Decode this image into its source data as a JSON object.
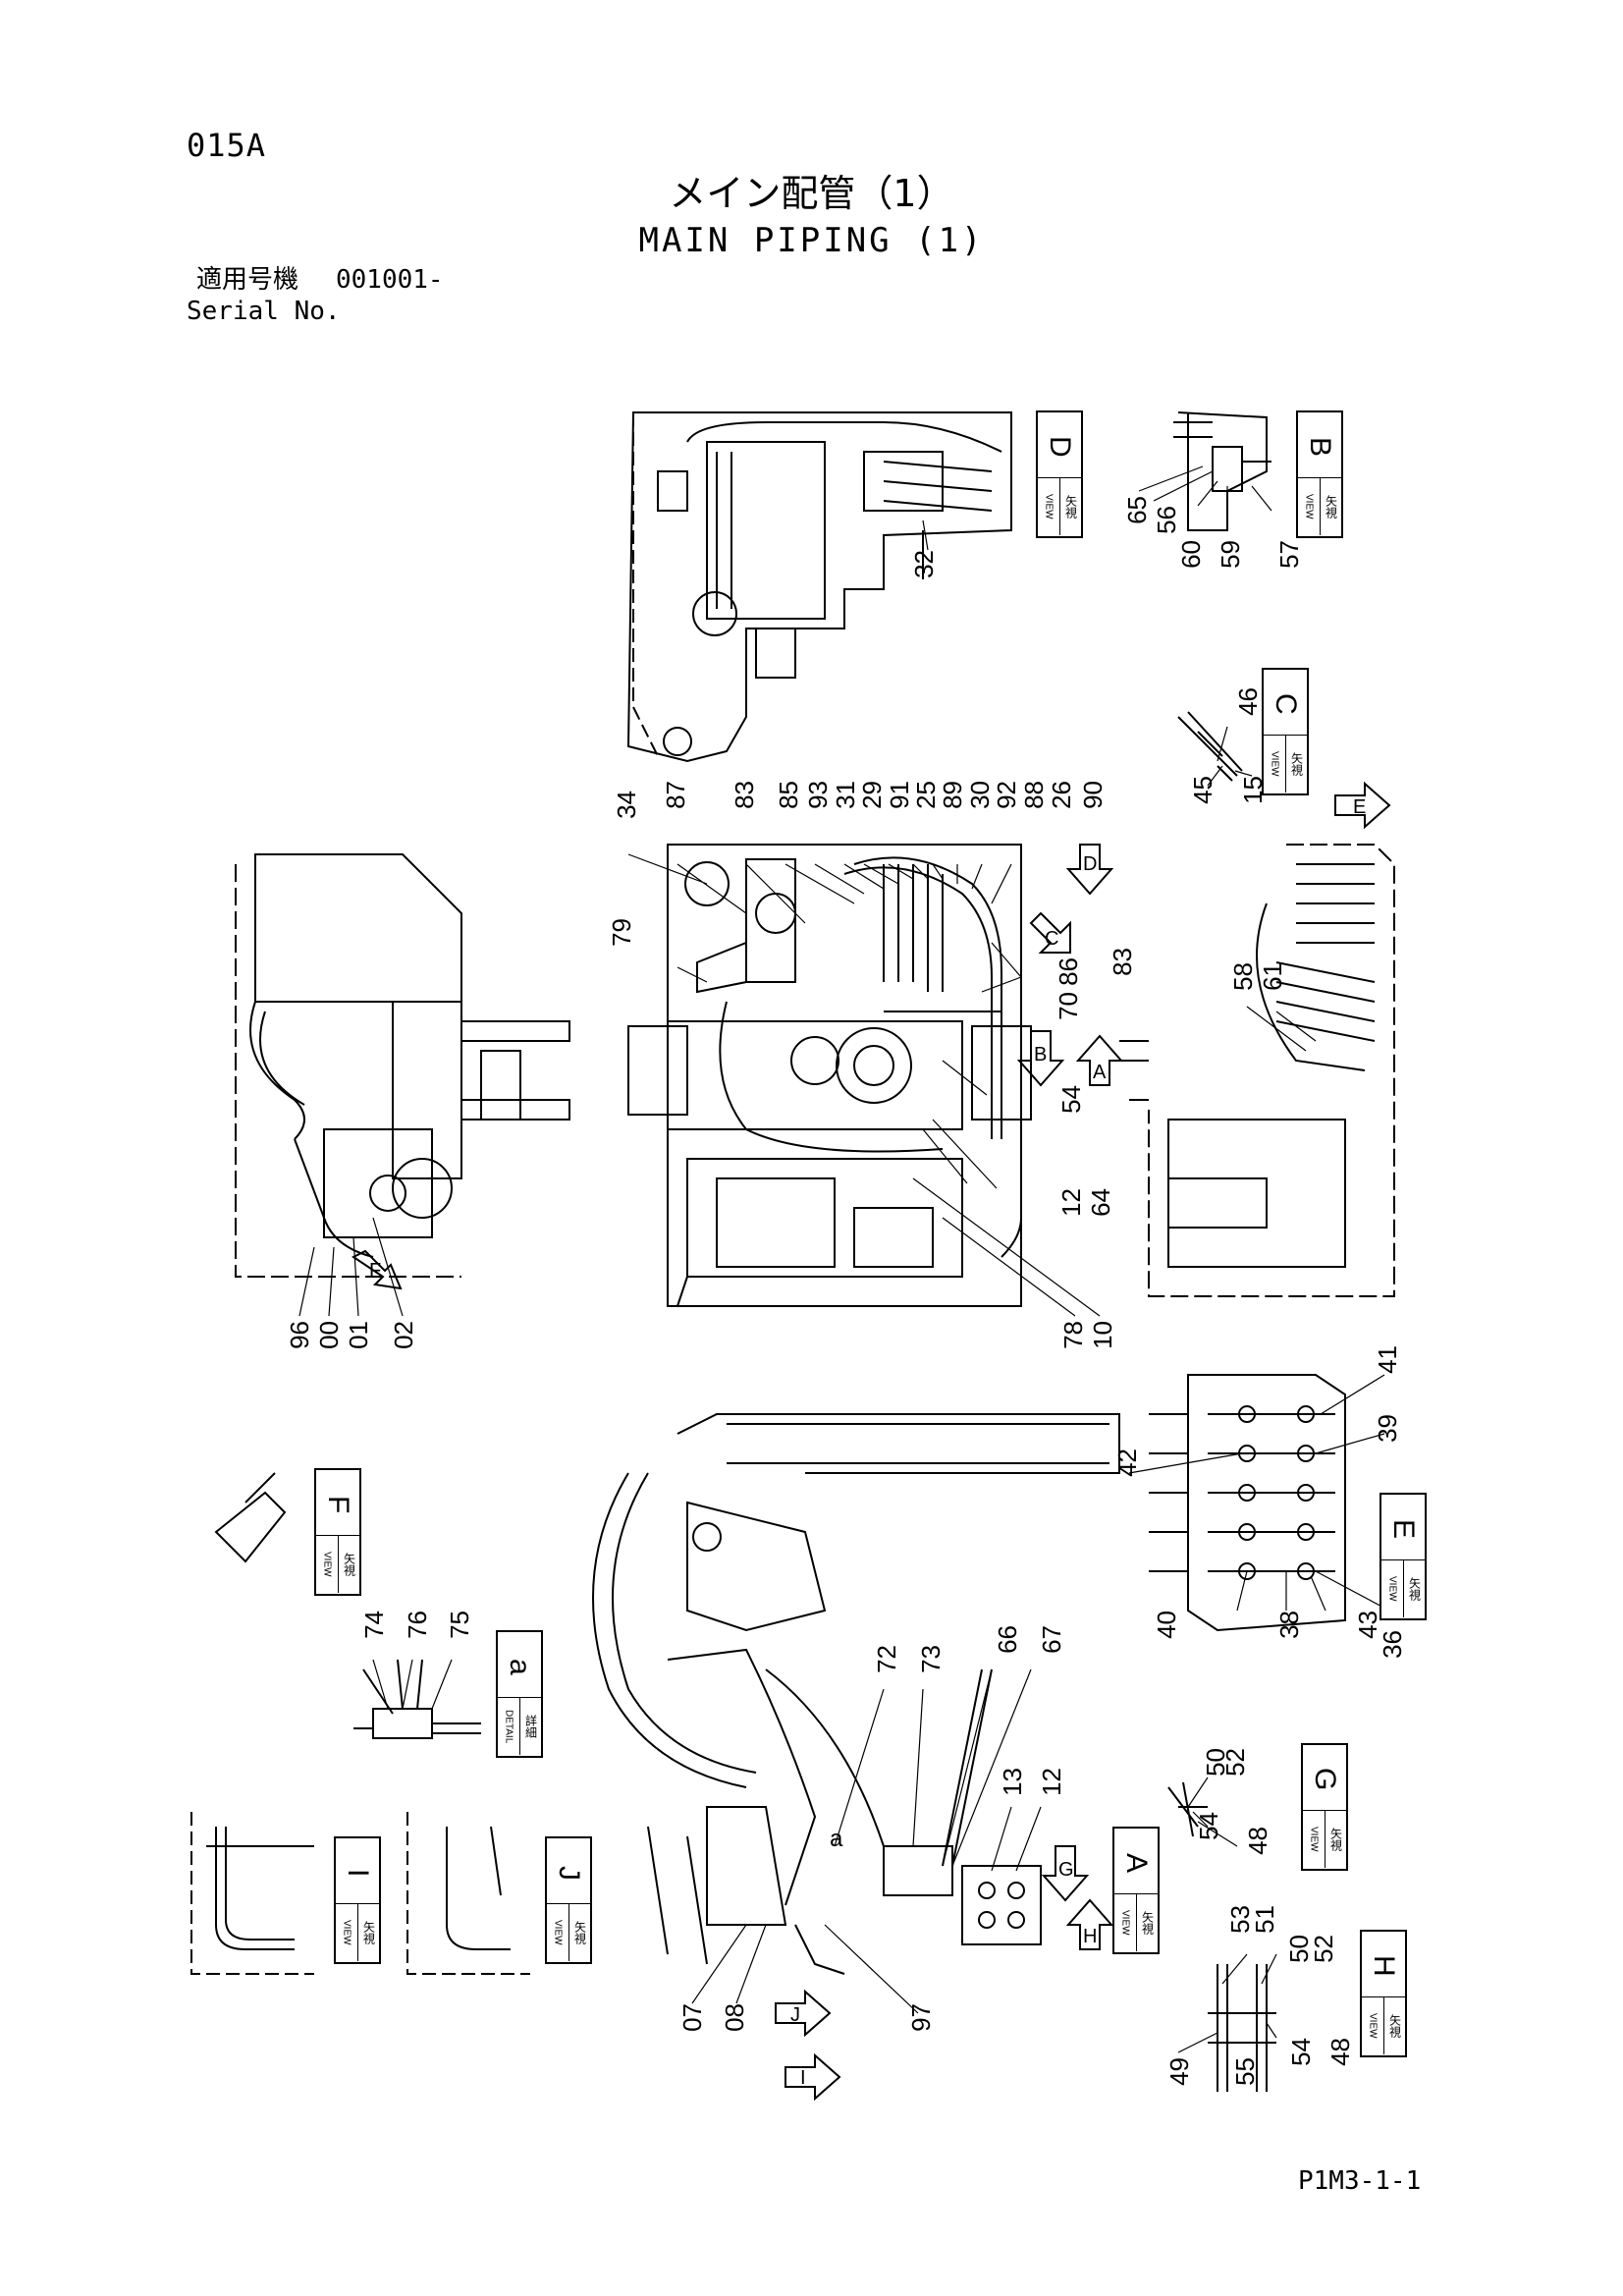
{
  "header": {
    "code": "015A",
    "title_jp": "メイン配管（1）",
    "title_en": "MAIN PIPING (1)",
    "serial_label_jp": "適用号機",
    "serial_value": "001001-",
    "serial_label_en": "Serial No."
  },
  "footer": {
    "page_ref": "P1M3-1-1"
  },
  "view_tags": {
    "view_kanji": "矢視",
    "view_word": "VIEW",
    "detail_kanji": "詳細",
    "detail_word": "DETAIL"
  },
  "views": [
    {
      "id": "D",
      "letter": "D",
      "kind": "view"
    },
    {
      "id": "B",
      "letter": "B",
      "kind": "view"
    },
    {
      "id": "C",
      "letter": "C",
      "kind": "view"
    },
    {
      "id": "F",
      "letter": "F",
      "kind": "view"
    },
    {
      "id": "E",
      "letter": "E",
      "kind": "view"
    },
    {
      "id": "a",
      "letter": "a",
      "kind": "detail"
    },
    {
      "id": "I",
      "letter": "I",
      "kind": "view"
    },
    {
      "id": "J",
      "letter": "J",
      "kind": "view"
    },
    {
      "id": "A",
      "letter": "A",
      "kind": "view"
    },
    {
      "id": "G",
      "letter": "G",
      "kind": "view"
    },
    {
      "id": "H",
      "letter": "H",
      "kind": "view"
    }
  ],
  "arrows": [
    "E",
    "D",
    "C",
    "B",
    "A",
    "F",
    "G",
    "H",
    "J",
    "I"
  ],
  "detail_marker": "a",
  "part_numbers": [
    "32",
    "65",
    "56",
    "60",
    "59",
    "57",
    "46",
    "45",
    "15",
    "34",
    "87",
    "83",
    "85",
    "93",
    "31",
    "29",
    "91",
    "25",
    "89",
    "30",
    "92",
    "88",
    "26",
    "90",
    "79",
    "86",
    "83",
    "70",
    "58",
    "61",
    "54",
    "12",
    "64",
    "96",
    "00",
    "01",
    "02",
    "78",
    "10",
    "41",
    "42",
    "39",
    "40",
    "38",
    "43",
    "36",
    "74",
    "76",
    "75",
    "72",
    "73",
    "66",
    "67",
    "13",
    "12",
    "07",
    "08",
    "97",
    "50",
    "52",
    "54",
    "48",
    "53",
    "51",
    "50",
    "52",
    "49",
    "55",
    "54",
    "48"
  ]
}
